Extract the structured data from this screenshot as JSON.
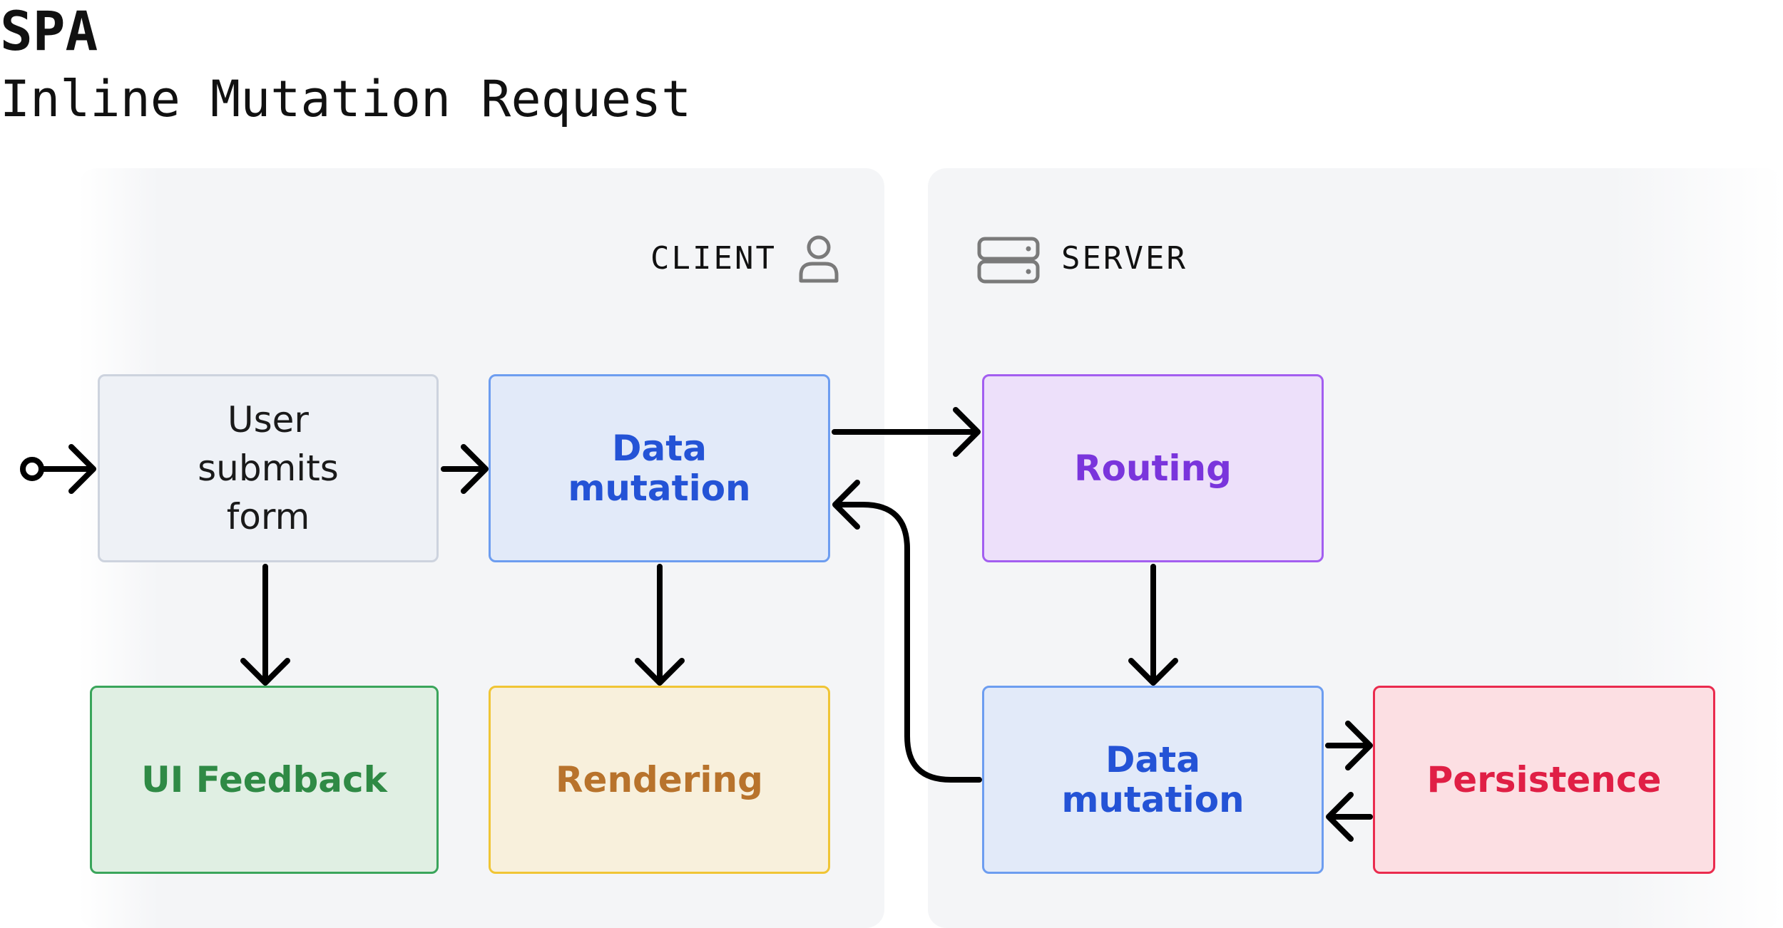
{
  "header": {
    "title": "SPA",
    "subtitle": "Inline Mutation Request"
  },
  "client_panel": {
    "label": "CLIENT",
    "icon": "user-icon"
  },
  "server_panel": {
    "label": "SERVER",
    "icon": "server-icon"
  },
  "nodes": {
    "user_submits": [
      "User",
      "submits",
      "form"
    ],
    "client_mutation": [
      "Data",
      "mutation"
    ],
    "ui_feedback": "UI Feedback",
    "rendering": "Rendering",
    "routing": "Routing",
    "server_mutation": [
      "Data",
      "mutation"
    ],
    "persistence": "Persistence"
  },
  "colors": {
    "neutral_border": "#cdd3de",
    "mutation_border": "#6d9df0",
    "mutation_text": "#2453d6",
    "feedback_border": "#3aa55b",
    "rendering_border": "#f0c535",
    "routing_border": "#a35ef0",
    "persistence_border": "#ea2b4e",
    "arrow": "#000000"
  }
}
